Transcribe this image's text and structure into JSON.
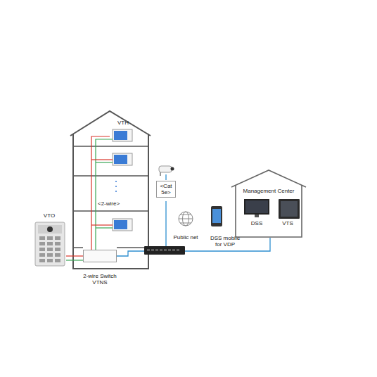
{
  "diagram": {
    "nodes": [
      {
        "text": [
          "VTH"
        ]
      },
      {
        "text": [
          "VTO"
        ]
      },
      {
        "text": [
          "2-wire Switch VTNS"
        ]
      },
      {
        "text": [
          "<Cat 5e>"
        ]
      },
      {
        "text": [
          "Public net"
        ]
      },
      {
        "text": [
          "DSS mobile for VDP"
        ]
      },
      {
        "text": [
          "Management Center"
        ]
      },
      {
        "text": [
          "DSS"
        ],
        "in": 6
      },
      {
        "text": [
          "VTS"
        ],
        "in": 6
      }
    ],
    "edges": [
      {
        "from": 1,
        "to": 2,
        "arrow": "none"
      },
      {
        "from": 0,
        "to": 2,
        "arrow": "none"
      }
    ],
    "labels": [
      "<2-wire>"
    ]
  }
}
